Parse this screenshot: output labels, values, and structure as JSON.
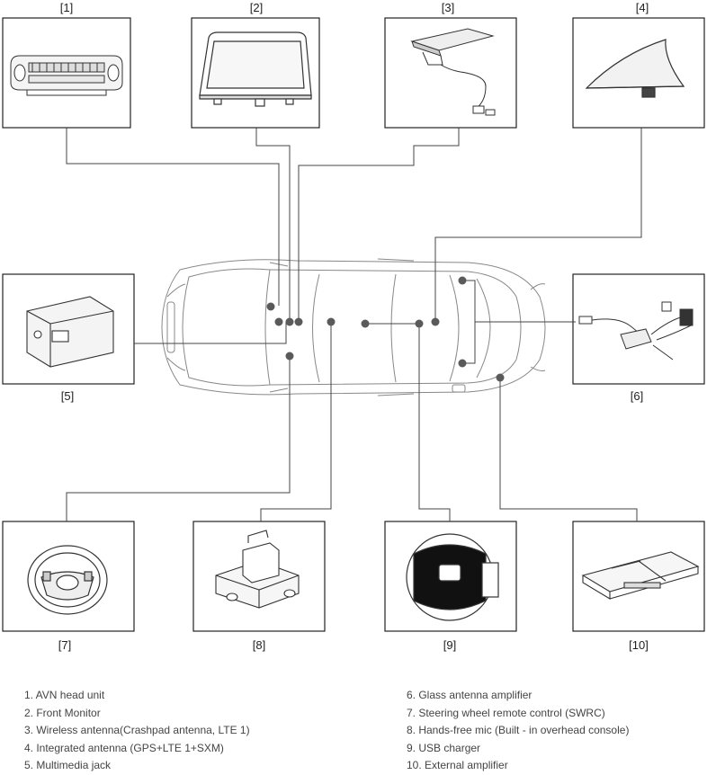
{
  "callouts": [
    "[1]",
    "[2]",
    "[3]",
    "[4]",
    "[5]",
    "[6]",
    "[7]",
    "[8]",
    "[9]",
    "[10]"
  ],
  "legend_left": [
    "1. AVN head unit",
    "2. Front Monitor",
    "3. Wireless antenna(Crashpad antenna, LTE 1)",
    "4. Integrated antenna (GPS+LTE 1+SXM)",
    "5. Multimedia jack"
  ],
  "legend_right": [
    "6. Glass antenna amplifier",
    "7. Steering wheel remote control (SWRC)",
    "8. Hands-free mic (Built - in overhead console)",
    "9. USB charger",
    "10. External amplifier"
  ]
}
